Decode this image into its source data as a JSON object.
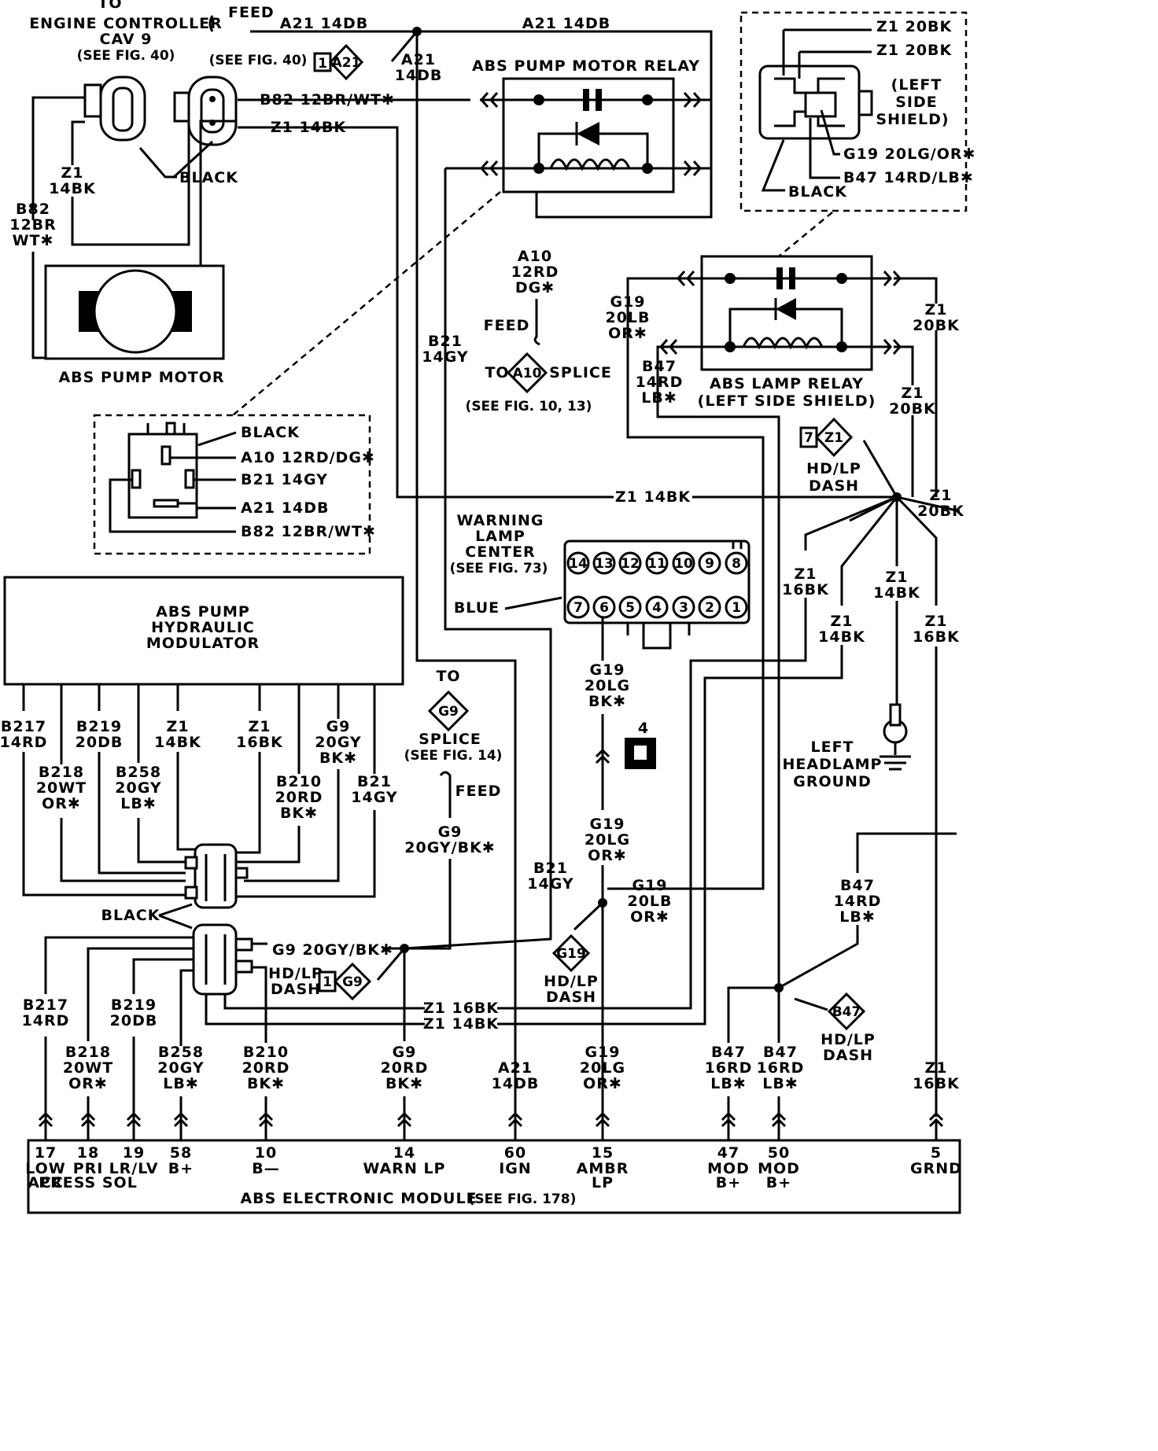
{
  "engine_controller": {
    "to": "TO",
    "name": "ENGINE CONTROLLER",
    "cav": "CAV 9",
    "see": "(SEE FIG. 40)",
    "feed": "FEED"
  },
  "see_fig40": "(SEE FIG. 40)",
  "top_wires": {
    "a21_left": "A21 14DB",
    "a21_right": "A21 14DB",
    "a21_vert_1": "A21",
    "a21_vert_2": "14DB",
    "b82": "B82 12BR/WT✱",
    "z1": "Z1 14BK"
  },
  "splice_tags": {
    "a21_num": "1",
    "a21_id": "A21",
    "z1_num": "7",
    "z1_id": "Z1",
    "g9_num": "1",
    "g9_id": "G9",
    "a10_id": "A10",
    "g9_to_id": "G9",
    "g19_id": "G19",
    "b47_id": "B47"
  },
  "pump_relay": {
    "title": "ABS PUMP MOTOR RELAY"
  },
  "pump_motor": {
    "title": "ABS PUMP MOTOR",
    "z1_1": "Z1",
    "z1_2": "14BK",
    "b82_1": "B82",
    "b82_2": "12BR",
    "b82_3": "WT✱",
    "black": "BLACK"
  },
  "a10_feed": {
    "l1": "A10",
    "l2": "12RD",
    "l3": "DG✱",
    "feed": "FEED",
    "to": "TO",
    "splice": "SPLICE",
    "see": "(SEE FIG. 10, 13)"
  },
  "b21_mid": {
    "l1": "B21",
    "l2": "14GY"
  },
  "shield_inset": {
    "z1_a": "Z1 20BK",
    "z1_b": "Z1 20BK",
    "side1": "(LEFT",
    "side2": "SIDE",
    "side3": "SHIELD)",
    "g19": "G19 20LG/OR✱",
    "b47": "B47 14RD/LB✱",
    "black": "BLACK"
  },
  "lamp_relay": {
    "title": "ABS LAMP RELAY",
    "sub": "(LEFT SIDE SHIELD)",
    "g19_1": "G19",
    "g19_2": "20LB",
    "g19_3": "OR✱",
    "b47_1": "B47",
    "b47_2": "14RD",
    "b47_3": "LB✱",
    "z1r_1": "Z1",
    "z1r_2": "20BK",
    "z1m_1": "Z1",
    "z1m_2": "20BK"
  },
  "relay_inset": {
    "black": "BLACK",
    "a10": "A10 12RD/DG✱",
    "b21": "B21 14GY",
    "a21": "A21 14DB",
    "b82": "B82 12BR/WT✱"
  },
  "z1_center": "Z1 14BK",
  "ground_star": {
    "hdlp1": "HD/LP",
    "dash1": "DASH",
    "z1_20bk_1": "Z1",
    "z1_20bk_2": "20BK",
    "z1_16_1": "Z1",
    "z1_16_2": "16BK",
    "z1_14a_1": "Z1",
    "z1_14a_2": "14BK",
    "z1_14b_1": "Z1",
    "z1_14b_2": "14BK",
    "z1_16r_1": "Z1",
    "z1_16r_2": "16BK",
    "gnd1": "LEFT",
    "gnd2": "HEADLAMP",
    "gnd3": "GROUND"
  },
  "warning_lamp": {
    "l1": "WARNING",
    "l2": "LAMP",
    "l3": "CENTER",
    "l4": "(SEE FIG. 73)",
    "blue": "BLUE",
    "top_pins": [
      "14",
      "13",
      "12",
      "11",
      "10",
      "9",
      "8"
    ],
    "bot_pins": [
      "7",
      "6",
      "5",
      "4",
      "3",
      "2",
      "1"
    ]
  },
  "modulator": {
    "l1": "ABS PUMP",
    "l2": "HYDRAULIC",
    "l3": "MODULATOR",
    "b217_1": "B217",
    "b217_2": "14RD",
    "b219_1": "B219",
    "b219_2": "20DB",
    "z1a_1": "Z1",
    "z1a_2": "14BK",
    "z1b_1": "Z1",
    "z1b_2": "16BK",
    "g9_1": "G9",
    "g9_2": "20GY",
    "g9_3": "BK✱",
    "b218_1": "B218",
    "b218_2": "20WT",
    "b218_3": "OR✱",
    "b258_1": "B258",
    "b258_2": "20GY",
    "b258_3": "LB✱",
    "b210_1": "B210",
    "b210_2": "20RD",
    "b210_3": "BK✱",
    "b21_1": "B21",
    "b21_2": "14GY",
    "black": "BLACK"
  },
  "g9_splice": {
    "to": "TO",
    "splice": "SPLICE",
    "see": "(SEE FIG. 14)",
    "feed": "FEED",
    "w1": "G9",
    "w2": "20GY/BK✱"
  },
  "g19_wires": {
    "a_1": "G19",
    "a_2": "20LG",
    "a_3": "BK✱",
    "b_1": "G19",
    "b_2": "20LG",
    "b_3": "OR✱",
    "c_1": "G19",
    "c_2": "20LB",
    "c_3": "OR✱",
    "conn4": "4",
    "hdlp": "HD/LP",
    "dash": "DASH"
  },
  "b21_low": {
    "l1": "B21",
    "l2": "14GY"
  },
  "b47_right": {
    "l1": "B47",
    "l2": "14RD",
    "l3": "LB✱",
    "hdlp": "HD/LP",
    "dash": "DASH"
  },
  "lower_conn": {
    "g9": "G9 20GY/BK✱",
    "hdlp": "HD/LP",
    "dash": "DASH",
    "z1_16": "Z1 16BK",
    "z1_14": "Z1 14BK"
  },
  "lower_wires": {
    "b217_1": "B217",
    "b217_2": "14RD",
    "b219_1": "B219",
    "b219_2": "20DB",
    "b218_1": "B218",
    "b218_2": "20WT",
    "b218_3": "OR✱",
    "b258_1": "B258",
    "b258_2": "20GY",
    "b258_3": "LB✱",
    "b210_1": "B210",
    "b210_2": "20RD",
    "b210_3": "BK✱",
    "g9_1": "G9",
    "g9_2": "20RD",
    "g9_3": "BK✱",
    "a21_1": "A21",
    "a21_2": "14DB",
    "g19_1": "G19",
    "g19_2": "20LG",
    "g19_3": "OR✱",
    "b47a_1": "B47",
    "b47a_2": "16RD",
    "b47a_3": "LB✱",
    "b47b_1": "B47",
    "b47b_2": "16RD",
    "b47b_3": "LB✱",
    "z1_1": "Z1",
    "z1_2": "16BK"
  },
  "module": {
    "title": "ABS ELECTRONIC MODULE",
    "see": "(SEE FIG. 178)",
    "pins": [
      {
        "n": "17",
        "a": "LOW",
        "b": "ACC"
      },
      {
        "n": "18",
        "a": "PRI",
        "b": "PRESS SOL"
      },
      {
        "n": "19",
        "a": "LR/LV",
        "b": ""
      },
      {
        "n": "58",
        "a": "B+",
        "b": ""
      },
      {
        "n": "10",
        "a": "B—",
        "b": ""
      },
      {
        "n": "14",
        "a": "WARN LP",
        "b": ""
      },
      {
        "n": "60",
        "a": "IGN",
        "b": ""
      },
      {
        "n": "15",
        "a": "AMBR",
        "b": "LP"
      },
      {
        "n": "47",
        "a": "MOD",
        "b": "B+"
      },
      {
        "n": "50",
        "a": "MOD",
        "b": "B+"
      },
      {
        "n": "5",
        "a": "GRND",
        "b": ""
      }
    ]
  }
}
